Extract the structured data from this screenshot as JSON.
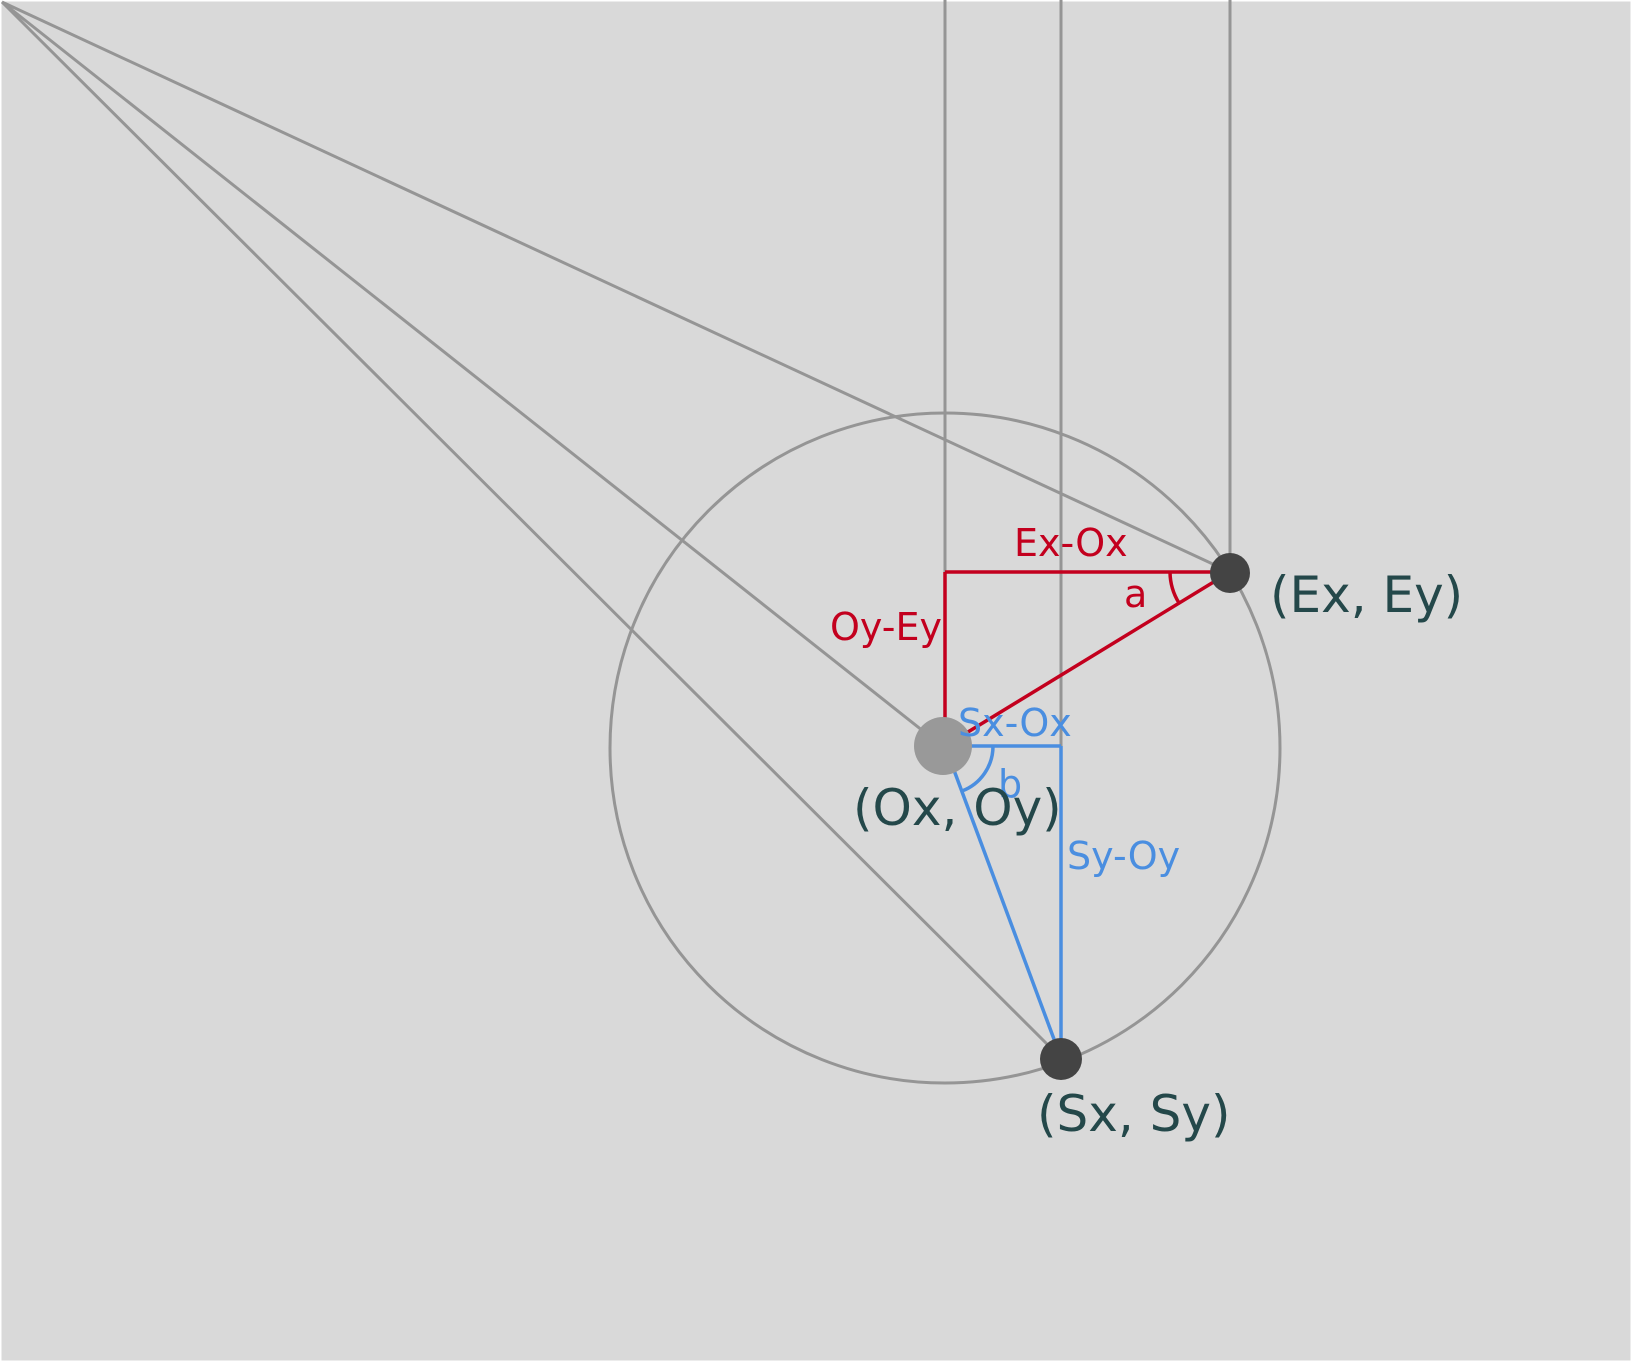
{
  "colors": {
    "background": "#d9d9d9",
    "line_gray": "#959595",
    "red": "#c3001e",
    "blue": "#4a8ee0",
    "dark_text": "#24484a",
    "dark_dot": "#444444",
    "light_dot": "#999999"
  },
  "labels": {
    "point_e": "(Ex, Ey)",
    "point_o": "(Ox, Oy)",
    "point_s": "(Sx, Sy)",
    "red_horizontal": "Ex-Ox",
    "red_vertical": "Oy-Ey",
    "angle_a": "a",
    "blue_horizontal": "Sx-Ox",
    "blue_vertical": "Sy-Oy",
    "angle_b": "b"
  }
}
